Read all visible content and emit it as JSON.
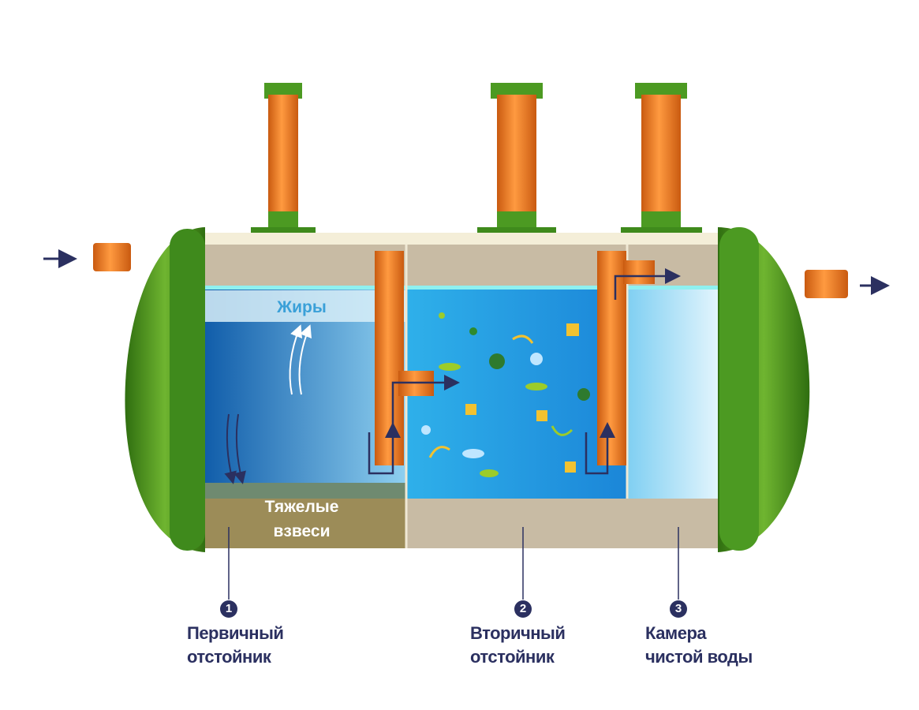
{
  "title": "Септик: схема камер",
  "labels": {
    "fats": "Жиры",
    "heavy_line1": "Тяжелые",
    "heavy_line2": "взвеси"
  },
  "chambers": [
    {
      "number": "1",
      "line1": "Первичный",
      "line2": "отстойник"
    },
    {
      "number": "2",
      "line1": "Вторичный",
      "line2": "отстойник"
    },
    {
      "number": "3",
      "line1": "Камера",
      "line2": "чистой воды"
    }
  ],
  "colors": {
    "tank_green": "#3f8a1c",
    "pipe_orange": "#f07a1e",
    "label_navy": "#2b3060",
    "water_blue": "#1d78c8",
    "fat_text": "#3aa0d8",
    "sludge": "#9c8c58"
  }
}
